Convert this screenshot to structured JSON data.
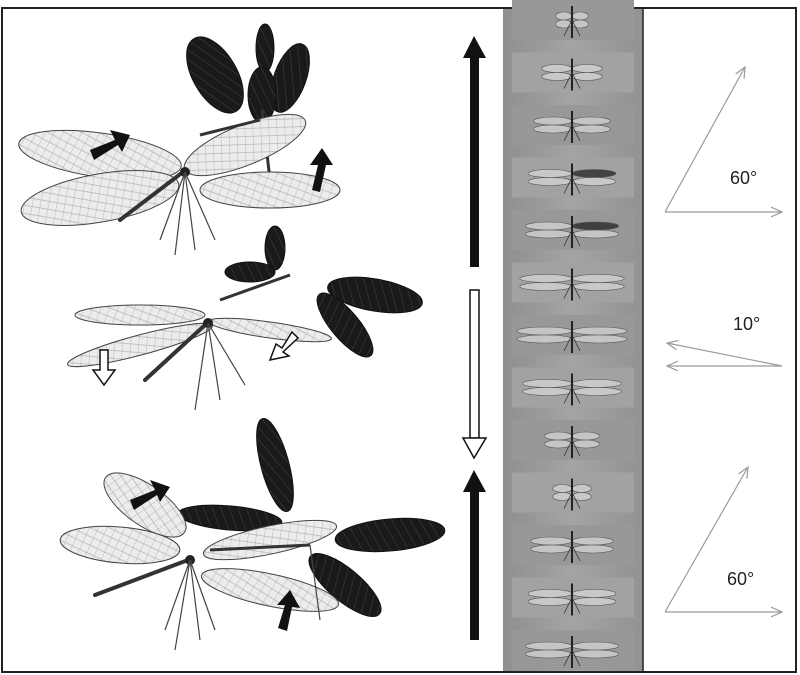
{
  "figure": {
    "panels": {
      "illustrations": [
        "upstroke-pose",
        "downstroke-pose",
        "upstroke-pose"
      ],
      "stroke_arrows": [
        "black",
        "white",
        "black"
      ],
      "photo_frames": 13
    },
    "angles": {
      "top": "60°",
      "middle": "10°",
      "bottom": "60°"
    },
    "colors": {
      "hind_wing_light": "#e8e8e8",
      "fore_wing_dark": "#1e1e1e",
      "body": "#2a2a2a",
      "photo_strip": "#9a9a9a",
      "angle_lines": "#9a9a9a"
    }
  }
}
